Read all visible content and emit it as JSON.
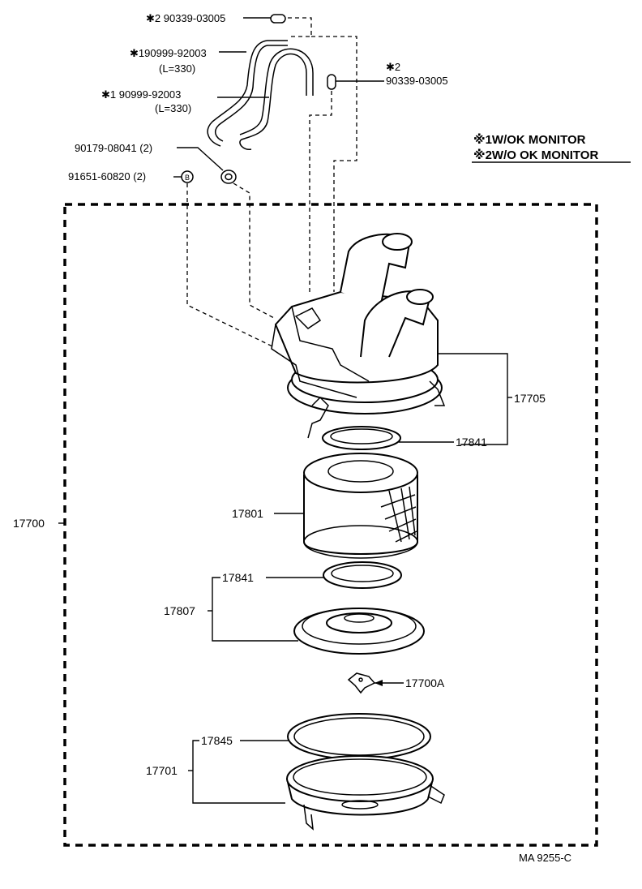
{
  "labels": {
    "hose_cap_top": "✱2 90339-03005",
    "hose1_part": "✱190999-92003",
    "hose1_len": "(L=330)",
    "cap_right_mark": "✱2",
    "cap_right_part": "90339-03005",
    "hose2_part": "✱1 90999-92003",
    "hose2_len": "(L=330)",
    "grommet": "90179-08041 (2)",
    "bolt": "91651-60820 (2)",
    "bolt_circle": "B",
    "legend_1": "※1W/OK MONITOR",
    "legend_2": "※2W/O OK MONITOR",
    "p17705": "17705",
    "p17841_top": "17841",
    "p17801": "17801",
    "p17700": "17700",
    "p17841_bottom": "17841",
    "p17807": "17807",
    "p17700A": "17700A",
    "p17845": "17845",
    "p17701": "17701",
    "ref": "MA 9255-C"
  }
}
